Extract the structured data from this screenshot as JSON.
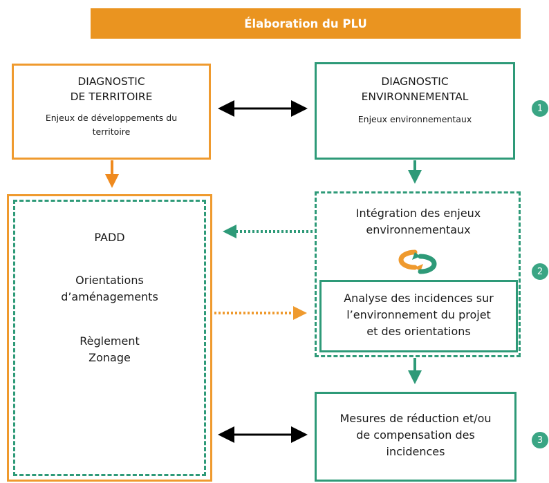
{
  "header": {
    "title": "Élaboration du PLU"
  },
  "diag_territoire": {
    "title_line1": "DIAGNOSTIC",
    "title_line2": "DE TERRITOIRE",
    "subtitle_line1": "Enjeux de développements du",
    "subtitle_line2": "territoire"
  },
  "diag_env": {
    "title_line1": "DIAGNOSTIC",
    "title_line2": "ENVIRONNEMENTAL",
    "subtitle": "Enjeux environnementaux"
  },
  "left_panel": {
    "padd": "PADD",
    "orientations_line1": "Orientations",
    "orientations_line2": "d’aménagements",
    "reglement": "Règlement",
    "zonage": "Zonage"
  },
  "integration": {
    "line1": "Intégration des enjeux",
    "line2": "environnementaux"
  },
  "analyse": {
    "line1": "Analyse des incidences sur",
    "line2": "l’environnement du projet",
    "line3": "et des orientations"
  },
  "mesures": {
    "line1": "Mesures de réduction et/ou",
    "line2": "de compensation des",
    "line3": "incidences"
  },
  "badges": [
    "1",
    "2",
    "3"
  ],
  "colors": {
    "orange": "#ef9a2e",
    "green": "#2e9a78",
    "header": "#ea9420",
    "badge": "#3aa584"
  }
}
